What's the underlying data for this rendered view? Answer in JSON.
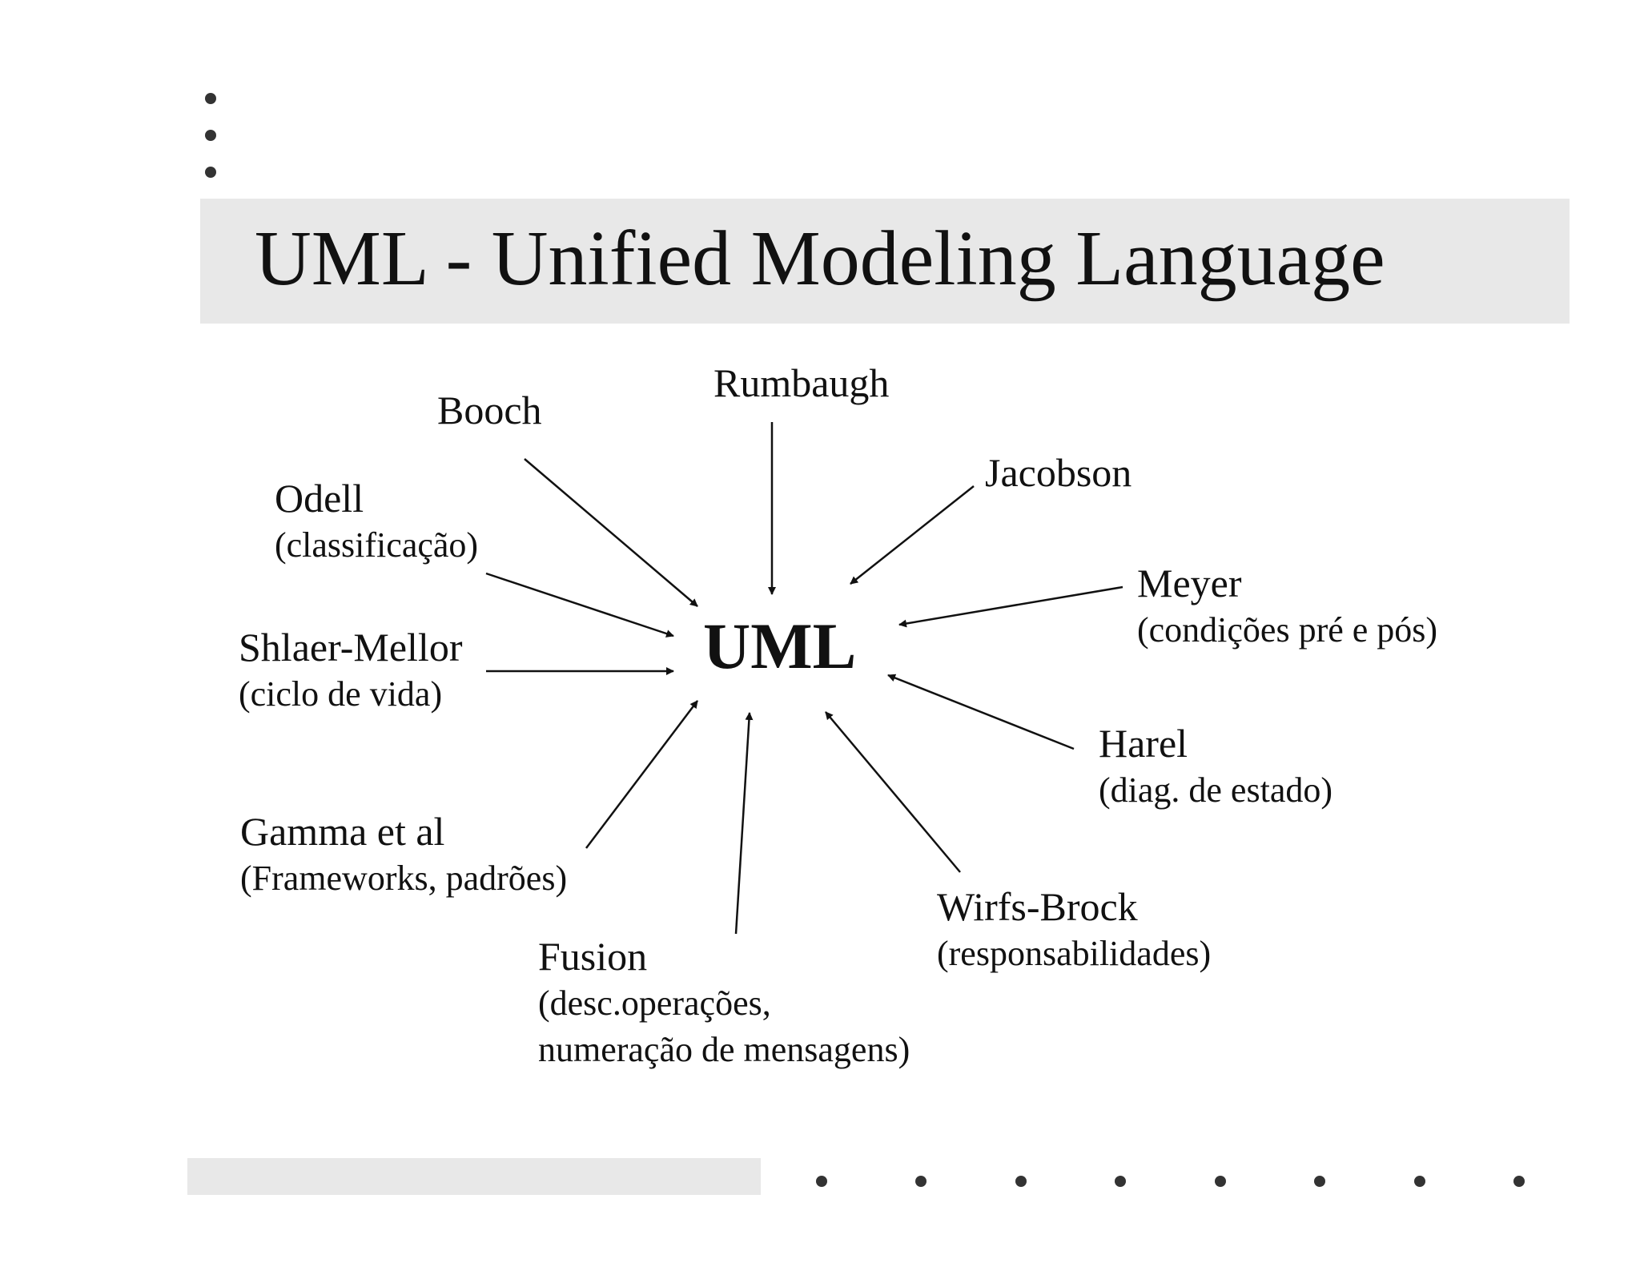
{
  "title": "UML - Unified Modeling Language",
  "center": "UML",
  "contributors": [
    {
      "id": "booch",
      "name": "Booch",
      "notes": []
    },
    {
      "id": "rumbaugh",
      "name": "Rumbaugh",
      "notes": []
    },
    {
      "id": "jacobson",
      "name": "Jacobson",
      "notes": []
    },
    {
      "id": "odell",
      "name": "Odell",
      "notes": [
        "(classificação)"
      ]
    },
    {
      "id": "meyer",
      "name": "Meyer",
      "notes": [
        "(condições pré e pós)"
      ]
    },
    {
      "id": "shlaer-mellor",
      "name": "Shlaer-Mellor",
      "notes": [
        "(ciclo de vida)"
      ]
    },
    {
      "id": "harel",
      "name": "Harel",
      "notes": [
        "(diag. de estado)"
      ]
    },
    {
      "id": "gamma",
      "name": "Gamma et al",
      "notes": [
        "(Frameworks, padrões)"
      ]
    },
    {
      "id": "wirfs-brock",
      "name": "Wirfs-Brock",
      "notes": [
        "(responsabilidades)"
      ]
    },
    {
      "id": "fusion",
      "name": "Fusion",
      "notes": [
        "(desc.operações,",
        "numeração de mensagens)"
      ]
    }
  ],
  "colors": {
    "band": "#e8e8e8",
    "dot": "#333333",
    "text": "#111111"
  }
}
